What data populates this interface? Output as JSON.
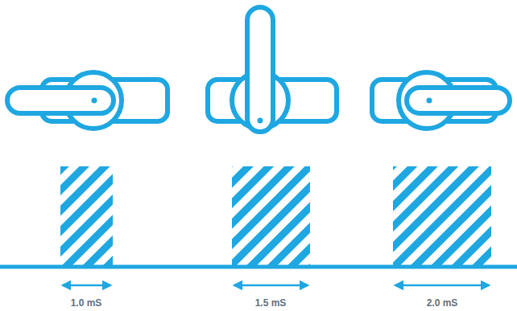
{
  "diagram": {
    "labels": [
      "1.0 mS",
      "1.5 mS",
      "2.0 mS"
    ]
  }
}
